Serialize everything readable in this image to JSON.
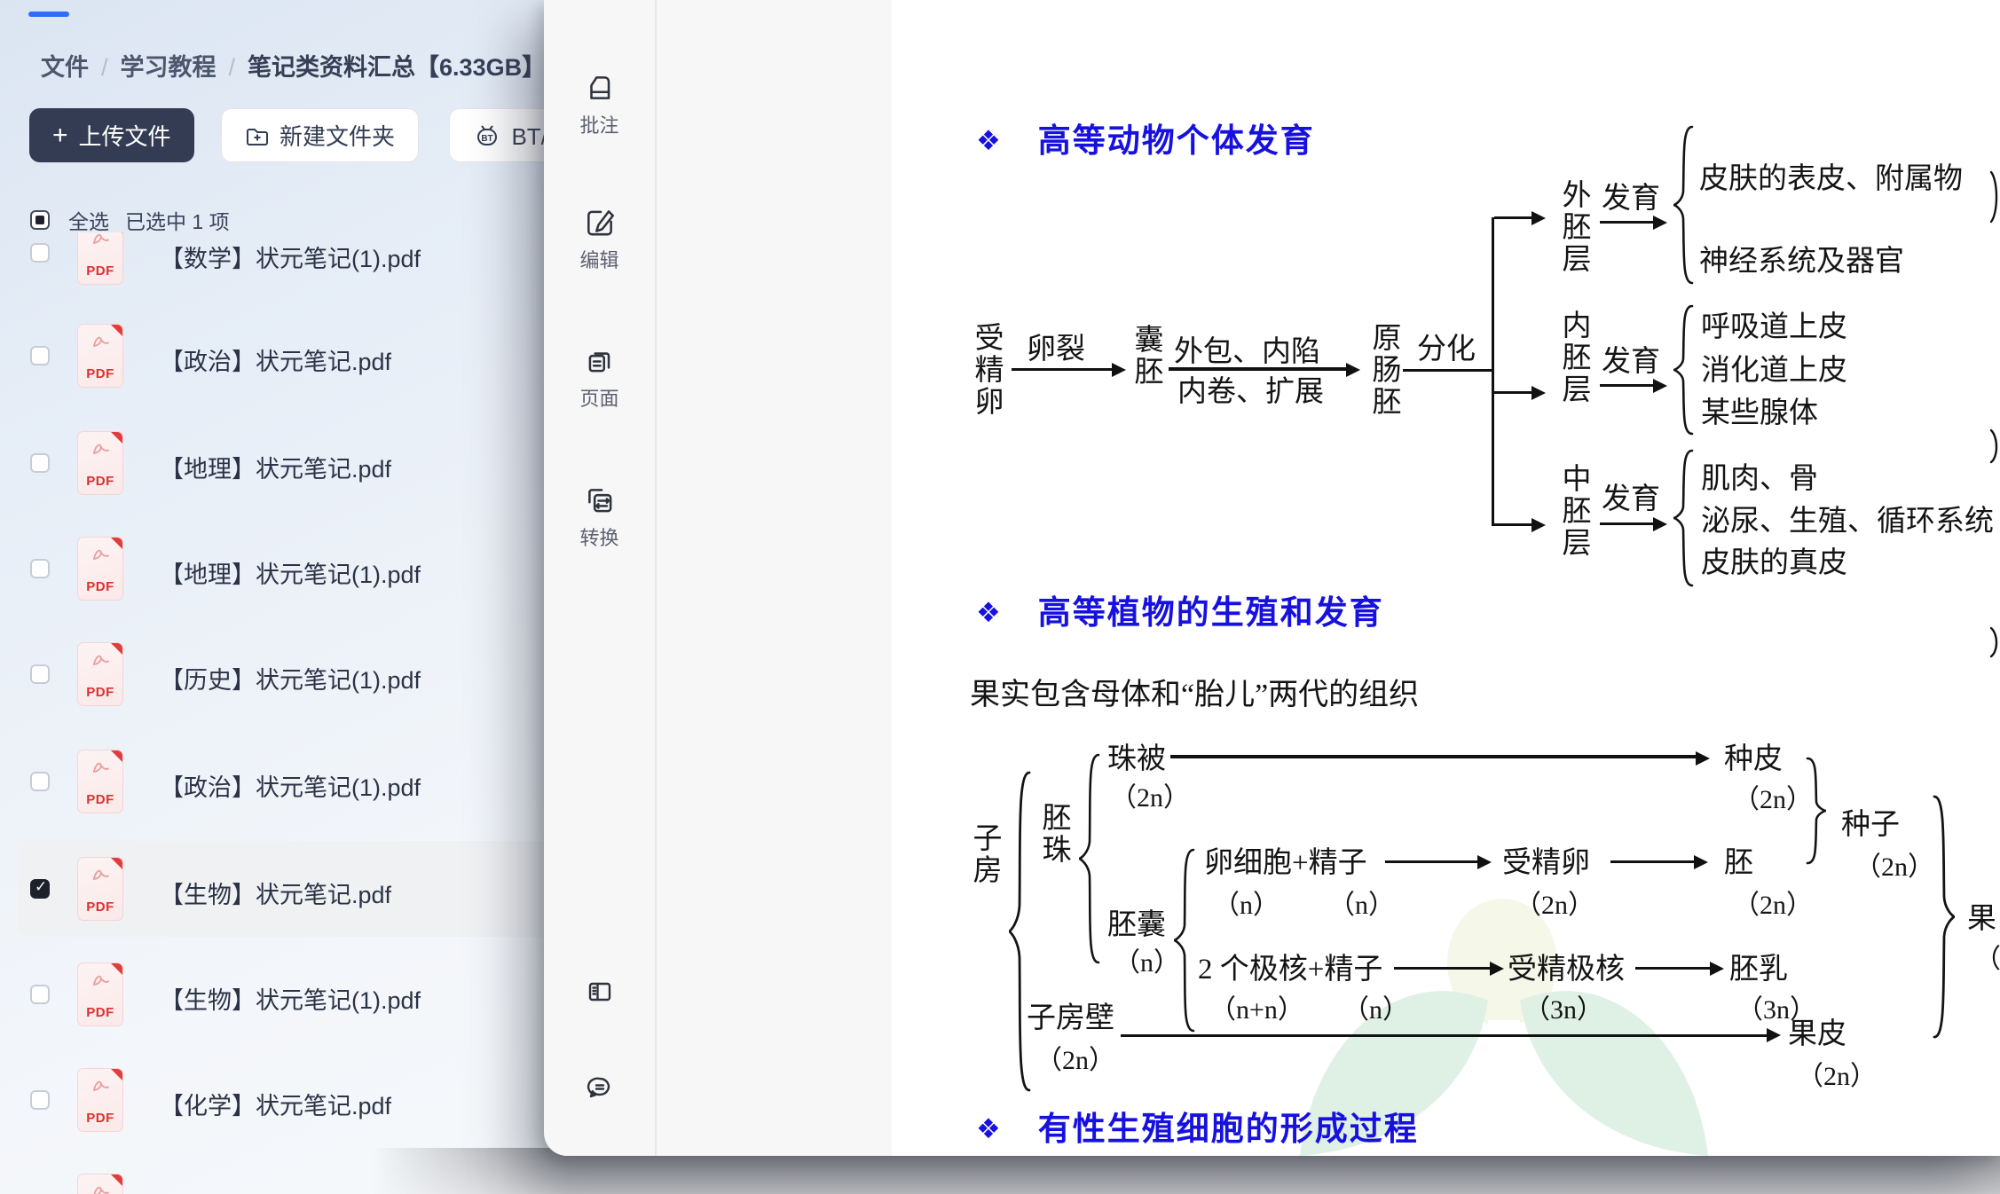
{
  "app": {
    "breadcrumb": {
      "items": [
        "文件",
        "学习教程",
        "笔记类资料汇总【6.33GB】"
      ],
      "separator": "/"
    },
    "buttons": {
      "upload_plus": "+",
      "upload": "上传文件",
      "new_folder": "新建文件夹",
      "bt_magnet": "BT/磁"
    },
    "selection_bar": {
      "select_all": "全选",
      "selected_info": "已选中 1 项"
    },
    "file_type_label": "PDF",
    "files": [
      {
        "name": "【数学】状元笔记(1).pdf",
        "checked": false,
        "selected": false,
        "partial": false
      },
      {
        "name": "【政治】状元笔记.pdf",
        "checked": false,
        "selected": false,
        "partial": false
      },
      {
        "name": "【地理】状元笔记.pdf",
        "checked": false,
        "selected": false,
        "partial": false
      },
      {
        "name": "【地理】状元笔记(1).pdf",
        "checked": false,
        "selected": false,
        "partial": false
      },
      {
        "name": "【历史】状元笔记(1).pdf",
        "checked": false,
        "selected": false,
        "partial": false
      },
      {
        "name": "【政治】状元笔记(1).pdf",
        "checked": false,
        "selected": false,
        "partial": false
      },
      {
        "name": "【生物】状元笔记.pdf",
        "checked": true,
        "selected": true,
        "partial": false
      },
      {
        "name": "【生物】状元笔记(1).pdf",
        "checked": false,
        "selected": false,
        "partial": false
      },
      {
        "name": "【化学】状元笔记.pdf",
        "checked": false,
        "selected": false,
        "partial": false
      },
      {
        "name": "",
        "checked": false,
        "selected": false,
        "partial": true
      }
    ]
  },
  "viewer": {
    "toolbar": [
      {
        "id": "annotate",
        "label": "批注"
      },
      {
        "id": "edit",
        "label": "编辑"
      },
      {
        "id": "pages",
        "label": "页面"
      },
      {
        "id": "convert",
        "label": "转换"
      }
    ]
  },
  "pdf": {
    "headings": [
      {
        "bullet": "❖",
        "text": "高等动物个体发育"
      },
      {
        "bullet": "❖",
        "text": "高等植物的生殖和发育"
      },
      {
        "bullet": "❖",
        "text": "有性生殖细胞的形成过程"
      }
    ],
    "paragraph": "果实包含母体和“胎儿”两代的组织",
    "diagram1": {
      "start": "受\n精\n卵",
      "arrow1_label": "卵裂",
      "stage2": "囊\n胚",
      "arrow2_top": "外包、内陷",
      "arrow2_bottom": "内卷、扩展",
      "stage3": "原\n肠\n胚",
      "arrow3_label": "分化",
      "branches": [
        {
          "layer": "外\n胚\n层",
          "process": "发育",
          "outcomes": [
            "皮肤的表皮、附属物",
            "神经系统及器官"
          ]
        },
        {
          "layer": "内\n胚\n层",
          "process": "发育",
          "outcomes": [
            "呼吸道上皮",
            "消化道上皮",
            "某些腺体"
          ]
        },
        {
          "layer": "中\n胚\n层",
          "process": "发育",
          "outcomes": [
            "肌肉、骨",
            "泌尿、生殖、循环系统",
            "皮肤的真皮"
          ]
        }
      ]
    },
    "diagram2": {
      "root": "子\n房",
      "ovule": "胚\n珠",
      "integument": "珠被",
      "integument_ploidy": "（2n）",
      "seed_coat": "种皮",
      "seed_coat_ploidy": "（2n）",
      "embryo_sac": "胚囊",
      "embryo_sac_ploidy": "（n）",
      "egg_line": "卵细胞+精子",
      "egg_ploidy": "（n）",
      "egg_sperm_ploidy": "（n）",
      "zygote": "受精卵",
      "zygote_ploidy": "（2n）",
      "embryo": "胚",
      "embryo_ploidy": "（2n）",
      "seed": "种子",
      "seed_ploidy": "（2n）",
      "polar_line": "2 个极核+精子",
      "polar_ploidy": "（n+n）",
      "polar_sperm_ploidy": "（n）",
      "fert_polar": "受精极核",
      "fert_polar_ploidy": "（3n）",
      "endosperm": "胚乳",
      "endosperm_ploidy": "（3n）",
      "ovary_wall": "子房壁",
      "ovary_wall_ploidy": "（2n）",
      "pericarp": "果皮",
      "pericarp_ploidy": "（2n）",
      "fruit": "果",
      "fruit_paren": "（"
    },
    "colors": {
      "heading_blue": "#1711df",
      "ink": "#141414"
    }
  }
}
